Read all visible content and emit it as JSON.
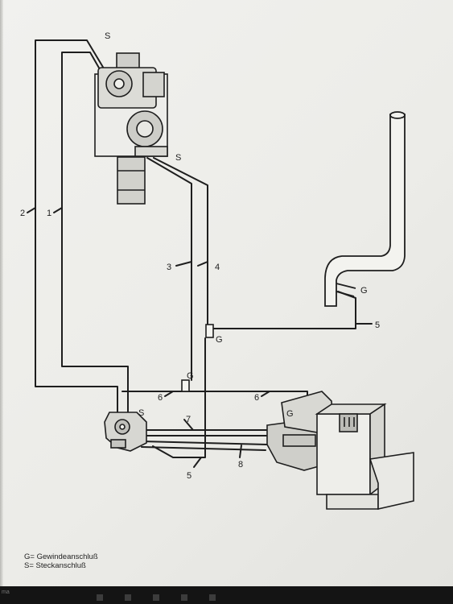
{
  "labels": {
    "line_1": "1",
    "line_2": "2",
    "line_3": "3",
    "line_4": "4",
    "line_5_right": "5",
    "line_5_bottom": "5",
    "line_6_left": "6",
    "line_6_right": "6",
    "line_7": "7",
    "line_8": "8",
    "s_top": "S",
    "s_mid": "S",
    "s_valve": "S",
    "g_tee_upper": "G",
    "g_tee_lower": "G",
    "g_filler": "G",
    "g_pump": "G"
  },
  "legend": [
    {
      "text": "G= Gewindeanschluß"
    },
    {
      "text": "S= Steckanschluß"
    }
  ],
  "taskbar": {
    "edge_text": "ma"
  },
  "colors": {
    "ink": "#1e1e1e",
    "paper": "#efefeb",
    "screen_frame": "#141414"
  }
}
